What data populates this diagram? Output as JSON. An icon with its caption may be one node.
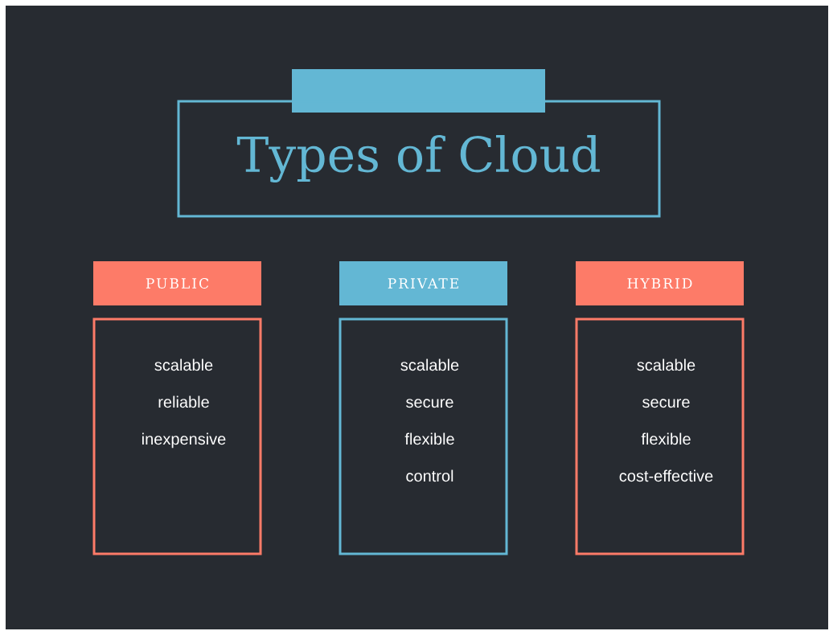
{
  "diagram": {
    "nodes": [
      {
        "text": [
          "Types of Cloud"
        ]
      },
      {
        "text": [
          "PUBLIC"
        ]
      },
      {
        "text": [
          "scalable",
          "reliable",
          "inexpensive"
        ]
      },
      {
        "text": [
          "PRIVATE"
        ]
      },
      {
        "text": [
          "scalable",
          "secure",
          "flexible",
          "control"
        ]
      },
      {
        "text": [
          "HYBRID"
        ]
      },
      {
        "text": [
          "scalable",
          "secure",
          "flexible",
          "cost-effective"
        ]
      }
    ]
  }
}
